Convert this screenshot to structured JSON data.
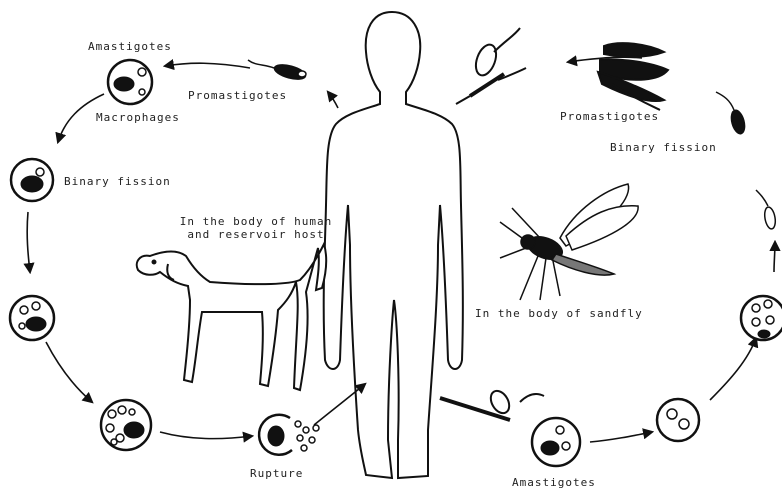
{
  "labels": {
    "amastigotes_top": "Amastigotes",
    "promastigotes_left": "Promastigotes",
    "macrophages": "Macrophages",
    "binary_fission_left": "Binary fission",
    "host_line1": "In the body of human",
    "host_line2": "and reservoir host",
    "promastigotes_right": "Promastigotes",
    "binary_fission_right": "Binary fission",
    "sandfly": "In the body of sandfly",
    "rupture": "Rupture",
    "amastigotes_bottom": "Amastigotes"
  },
  "colors": {
    "ink": "#111111",
    "fill": "#ffffff"
  }
}
